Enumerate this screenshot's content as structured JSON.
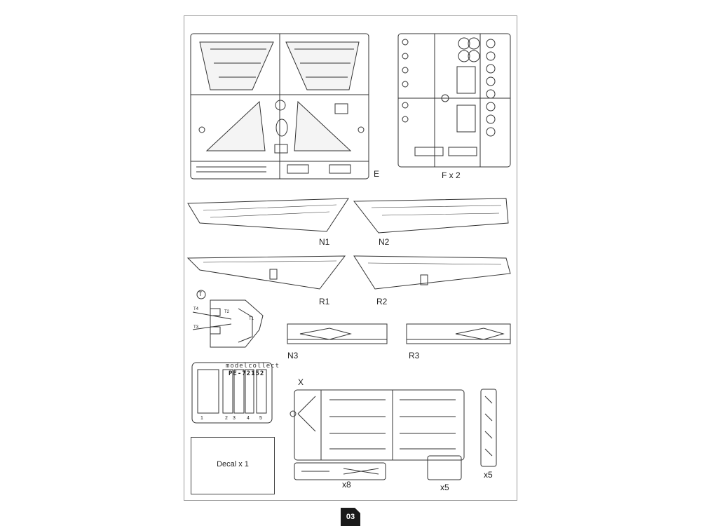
{
  "sprues": {
    "e_label": "E",
    "f_label": "F x 2",
    "n1": "N1",
    "n2": "N2",
    "r1": "R1",
    "r2": "R2",
    "n3": "N3",
    "r3": "R3",
    "t_label": "T",
    "x_label": "X"
  },
  "t_parts": {
    "t1": "T1",
    "t2": "T2",
    "t3": "T3",
    "t4": "T4"
  },
  "photo_etch": {
    "brand": "modelcollect",
    "code": "PE-72152",
    "numbers": [
      "1",
      "2",
      "3",
      "4",
      "5"
    ]
  },
  "decal": {
    "label": "Decal x 1"
  },
  "multipliers": {
    "x8": "x8",
    "x5_a": "x5",
    "x5_b": "x5"
  },
  "footer": {
    "page_number": "03"
  }
}
